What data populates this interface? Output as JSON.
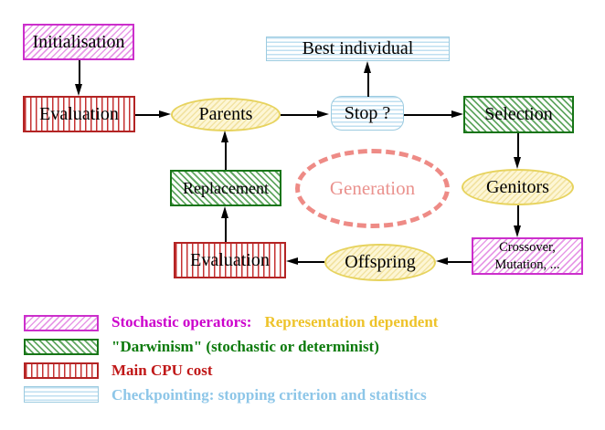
{
  "diagram": {
    "nodes": {
      "initialisation": {
        "label": "Initialisation",
        "pattern": "magenta-diagonal-hatch"
      },
      "evaluation_top": {
        "label": "Evaluation",
        "pattern": "red-vertical-stripes"
      },
      "parents": {
        "label": "Parents",
        "pattern": "yellow-ellipse"
      },
      "stop": {
        "label": "Stop ?",
        "pattern": "cyan-horizontal-lines"
      },
      "best_individual": {
        "label": "Best individual",
        "pattern": "cyan-horizontal-lines"
      },
      "selection": {
        "label": "Selection",
        "pattern": "green-diagonal-hatch"
      },
      "genitors": {
        "label": "Genitors",
        "pattern": "yellow-ellipse"
      },
      "crossover_mutation": {
        "label_line1": "Crossover,",
        "label_line2": "Mutation, ...",
        "pattern": "magenta-diagonal-hatch"
      },
      "offspring": {
        "label": "Offspring",
        "pattern": "yellow-ellipse"
      },
      "evaluation_bottom": {
        "label": "Evaluation",
        "pattern": "red-vertical-stripes"
      },
      "replacement": {
        "label": "Replacement",
        "pattern": "green-diagonal-hatch"
      },
      "generation": {
        "label": "Generation",
        "pattern": "coral-dashed-ellipse"
      }
    },
    "arrows": [
      "initialisation->evaluation_top",
      "evaluation_top->parents",
      "parents->stop",
      "stop->best_individual",
      "stop->selection",
      "selection->genitors",
      "genitors->crossover_mutation",
      "crossover_mutation->offspring",
      "offspring->evaluation_bottom",
      "evaluation_bottom->replacement",
      "replacement->parents"
    ]
  },
  "legend": {
    "items": [
      {
        "swatch": "magenta-diagonal-hatch-swatch",
        "segments": [
          {
            "text": "Stochastic operators:",
            "color": "#cc00cc"
          },
          {
            "text": "Representation dependent",
            "color": "#eec32a"
          }
        ]
      },
      {
        "swatch": "green-diagonal-hatch-swatch",
        "segments": [
          {
            "text": "\"Darwinism\" (stochastic or determinist)",
            "color": "#0b7a0b"
          }
        ]
      },
      {
        "swatch": "red-vertical-stripes-swatch",
        "segments": [
          {
            "text": "Main CPU cost",
            "color": "#c01818"
          }
        ]
      },
      {
        "swatch": "cyan-horizontal-lines-swatch",
        "segments": [
          {
            "text": "Checkpointing: stopping criterion and statistics",
            "color": "#8dc6e8"
          }
        ]
      }
    ]
  },
  "colors": {
    "magenta_border": "#cc2fcc",
    "green_border": "#177517",
    "red_border": "#b32424",
    "cyan_border": "#9ccbe0",
    "yellow_border": "#e7d35e",
    "yellow_fill": "#fdf6d5",
    "coral": "#ee8b86",
    "text_black": "#000000",
    "background": "#ffffff"
  }
}
